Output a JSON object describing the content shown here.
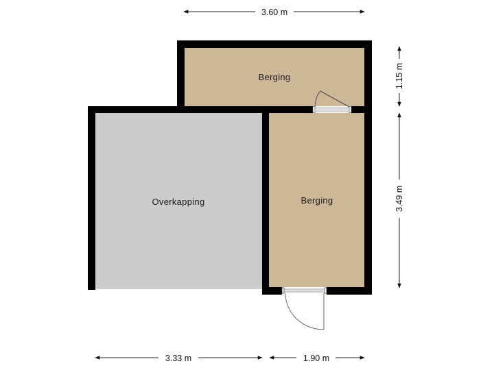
{
  "floorplan": {
    "colors": {
      "wall": "#000000",
      "storage_fill": "#cdb797",
      "covered_fill": "#cccccc",
      "background": "#ffffff",
      "dimension_line": "#222222",
      "door_line": "#555555"
    },
    "rooms": [
      {
        "id": "berging-top",
        "label": "Berging"
      },
      {
        "id": "overkapping",
        "label": "Overkapping"
      },
      {
        "id": "berging-right",
        "label": "Berging"
      }
    ],
    "dimensions": {
      "top_width": "3.60 m",
      "right_top_height": "1.15 m",
      "right_main_height": "3.49 m",
      "bottom_left_width": "3.33 m",
      "bottom_right_width": "1.90 m"
    },
    "doors": [
      {
        "id": "door-between-bergings",
        "location": "wall between top Berging and right Berging"
      },
      {
        "id": "door-exterior",
        "location": "bottom wall of right Berging"
      }
    ]
  }
}
